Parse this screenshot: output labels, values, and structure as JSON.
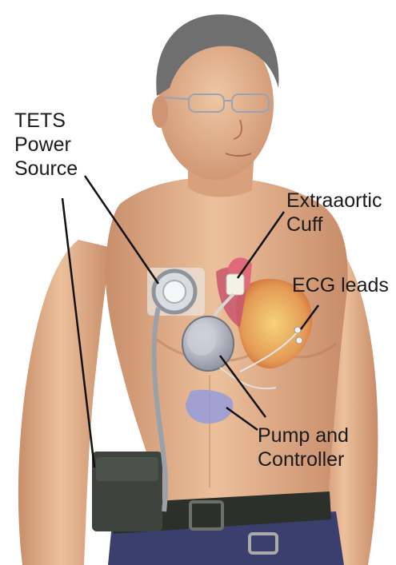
{
  "labels": {
    "tets": {
      "lines": [
        "TETS",
        "Power",
        "Source"
      ]
    },
    "cuff": {
      "lines": [
        "Extraaortic",
        "Cuff"
      ]
    },
    "ecg": {
      "lines": [
        "ECG leads"
      ]
    },
    "pump": {
      "lines": [
        "Pump and",
        "Controller"
      ]
    }
  },
  "colors": {
    "skin": "#e7b894",
    "skin_shadow": "#c98e6b",
    "hair": "#6f6f6f",
    "pants": "#3a3f6e",
    "belt": "#2b302b",
    "pouch": "#3d443d",
    "heart": "#e8a05a",
    "label_text": "#1a1a1a",
    "leader_line": "#111111"
  }
}
